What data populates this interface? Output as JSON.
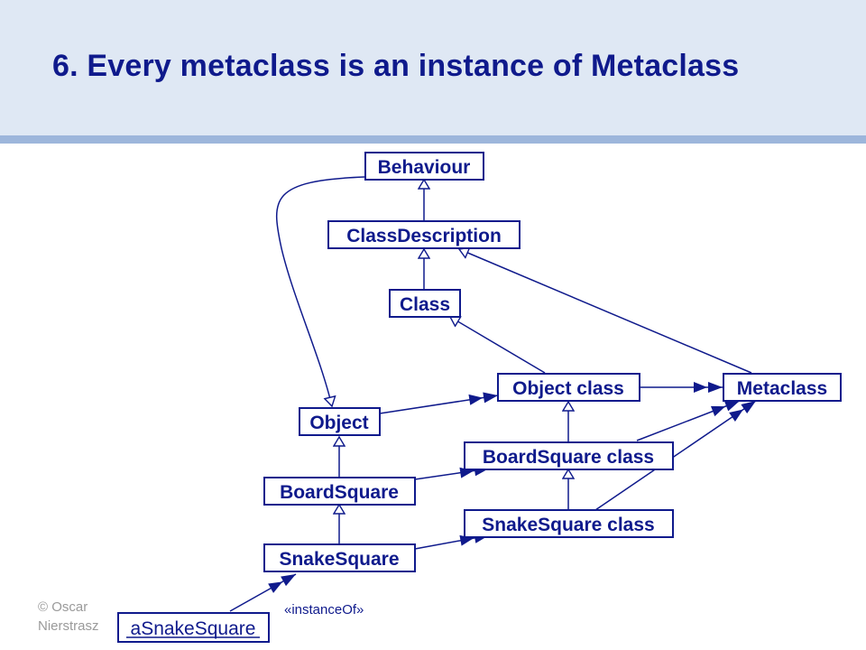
{
  "slide": {
    "title": "6. Every metaclass is an instance of Metaclass",
    "copyright_line1": "© Oscar",
    "copyright_line2": "Nierstrasz"
  },
  "colors": {
    "header_background": "#dfe8f4",
    "header_rule": "#9db6db",
    "diagram_ink": "#0f1a8c"
  },
  "diagram": {
    "nodes": {
      "behaviour": "Behaviour",
      "class_description": "ClassDescription",
      "class": "Class",
      "object_class": "Object class",
      "metaclass": "Metaclass",
      "object": "Object",
      "boardsquare_class": "BoardSquare class",
      "boardsquare": "BoardSquare",
      "snakesquare_class": "SnakeSquare class",
      "snakesquare": "SnakeSquare",
      "a_snakesquare": "aSnakeSquare"
    },
    "stereotype_label": "«instanceOf»",
    "edges": [
      {
        "from": "ClassDescription",
        "to": "Behaviour",
        "kind": "inheritance"
      },
      {
        "from": "Class",
        "to": "ClassDescription",
        "kind": "inheritance"
      },
      {
        "from": "Metaclass",
        "to": "ClassDescription",
        "kind": "inheritance"
      },
      {
        "from": "Object class",
        "to": "Class",
        "kind": "inheritance"
      },
      {
        "from": "Behaviour",
        "to": "Object",
        "kind": "inheritance"
      },
      {
        "from": "BoardSquare class",
        "to": "Object class",
        "kind": "inheritance"
      },
      {
        "from": "SnakeSquare class",
        "to": "BoardSquare class",
        "kind": "inheritance"
      },
      {
        "from": "BoardSquare",
        "to": "Object",
        "kind": "inheritance"
      },
      {
        "from": "SnakeSquare",
        "to": "BoardSquare",
        "kind": "inheritance"
      },
      {
        "from": "Object",
        "to": "Object class",
        "kind": "instanceOf"
      },
      {
        "from": "Object class",
        "to": "Metaclass",
        "kind": "instanceOf"
      },
      {
        "from": "BoardSquare class",
        "to": "Metaclass",
        "kind": "instanceOf"
      },
      {
        "from": "SnakeSquare class",
        "to": "Metaclass",
        "kind": "instanceOf"
      },
      {
        "from": "BoardSquare",
        "to": "BoardSquare class",
        "kind": "instanceOf"
      },
      {
        "from": "SnakeSquare",
        "to": "SnakeSquare class",
        "kind": "instanceOf"
      },
      {
        "from": "aSnakeSquare",
        "to": "SnakeSquare",
        "kind": "instanceOf"
      }
    ]
  }
}
